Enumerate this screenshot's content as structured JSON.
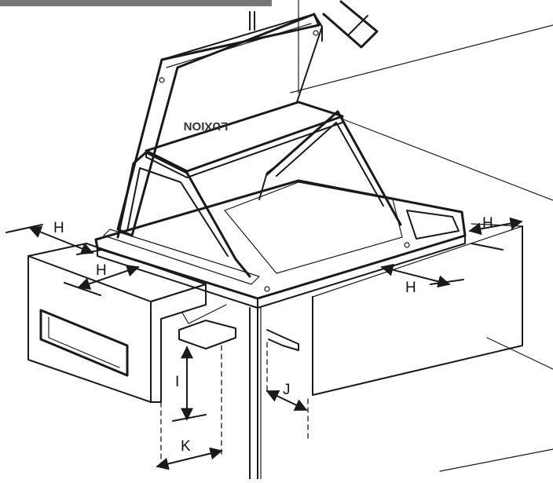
{
  "diagram": {
    "brand_text": "LUXION",
    "labels": {
      "h_left_top": "H",
      "h_left_mid": "H",
      "h_right_top": "H",
      "h_right_bottom": "H",
      "i": "I",
      "j": "J",
      "k": "K"
    },
    "colors": {
      "line": "#1a1a1a",
      "grill": "#9a9a9a",
      "panel": "#f4f4f4"
    }
  }
}
